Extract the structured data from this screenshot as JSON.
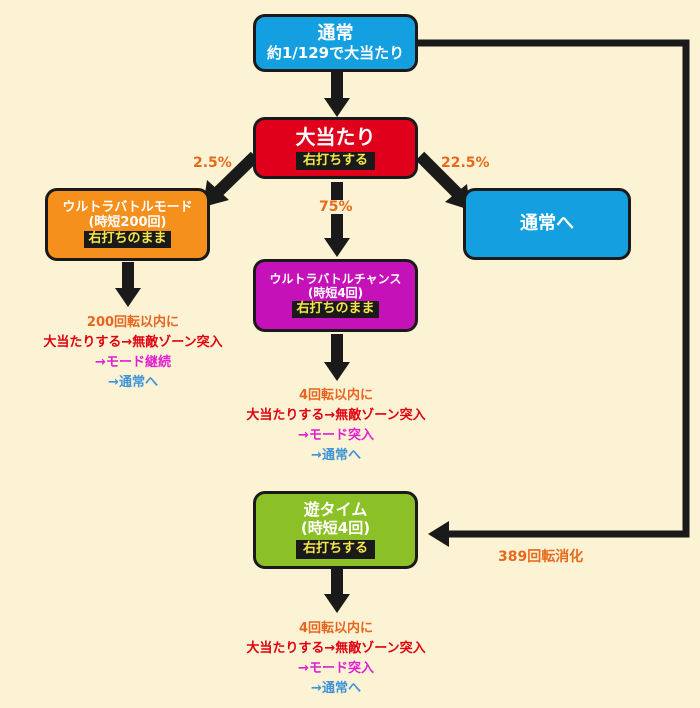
{
  "colors": {
    "background": "#fbf3d3",
    "arrow": "#1a1a1a",
    "node_blue": "#139fe0",
    "node_red": "#e0001b",
    "node_orange": "#f5901d",
    "node_magenta": "#c512b8",
    "node_green": "#8cc027",
    "tag_text": "#f5e64a",
    "orange_text": "#e8651f",
    "red_text": "#e00010",
    "magenta_text": "#e020d0",
    "blue_text": "#3f93d8"
  },
  "nodes": {
    "normal": {
      "title": "通常",
      "sub": "約1/129で大当たり"
    },
    "jackpot": {
      "title": "大当たり",
      "tag": "右打ちする"
    },
    "ultra_mode": {
      "title": "ウルトラバトルモード",
      "sub": "(時短200回)",
      "tag": "右打ちのまま"
    },
    "ultra_chance": {
      "title": "ウルトラバトルチャンス",
      "sub": "(時短4回)",
      "tag": "右打ちのまま"
    },
    "to_normal": {
      "title": "通常へ"
    },
    "asobi_time": {
      "title": "遊タイム",
      "sub": "(時短4回)",
      "tag": "右打ちする"
    }
  },
  "percentages": {
    "left": "2.5%",
    "center": "75%",
    "right": "22.5%"
  },
  "edge_labels": {
    "asobi_trigger": "389回転消化"
  },
  "notes": {
    "mode": {
      "line1": "200回転以内に",
      "line2": "大当たりする→無敵ゾーン突入",
      "line3": "→モード継続",
      "line4": "→通常へ"
    },
    "chance": {
      "line1": "4回転以内に",
      "line2": "大当たりする→無敵ゾーン突入",
      "line3": "→モード突入",
      "line4": "→通常へ"
    },
    "asobi": {
      "line1": "4回転以内に",
      "line2": "大当たりする→無敵ゾーン突入",
      "line3": "→モード突入",
      "line4": "→通常へ"
    }
  }
}
